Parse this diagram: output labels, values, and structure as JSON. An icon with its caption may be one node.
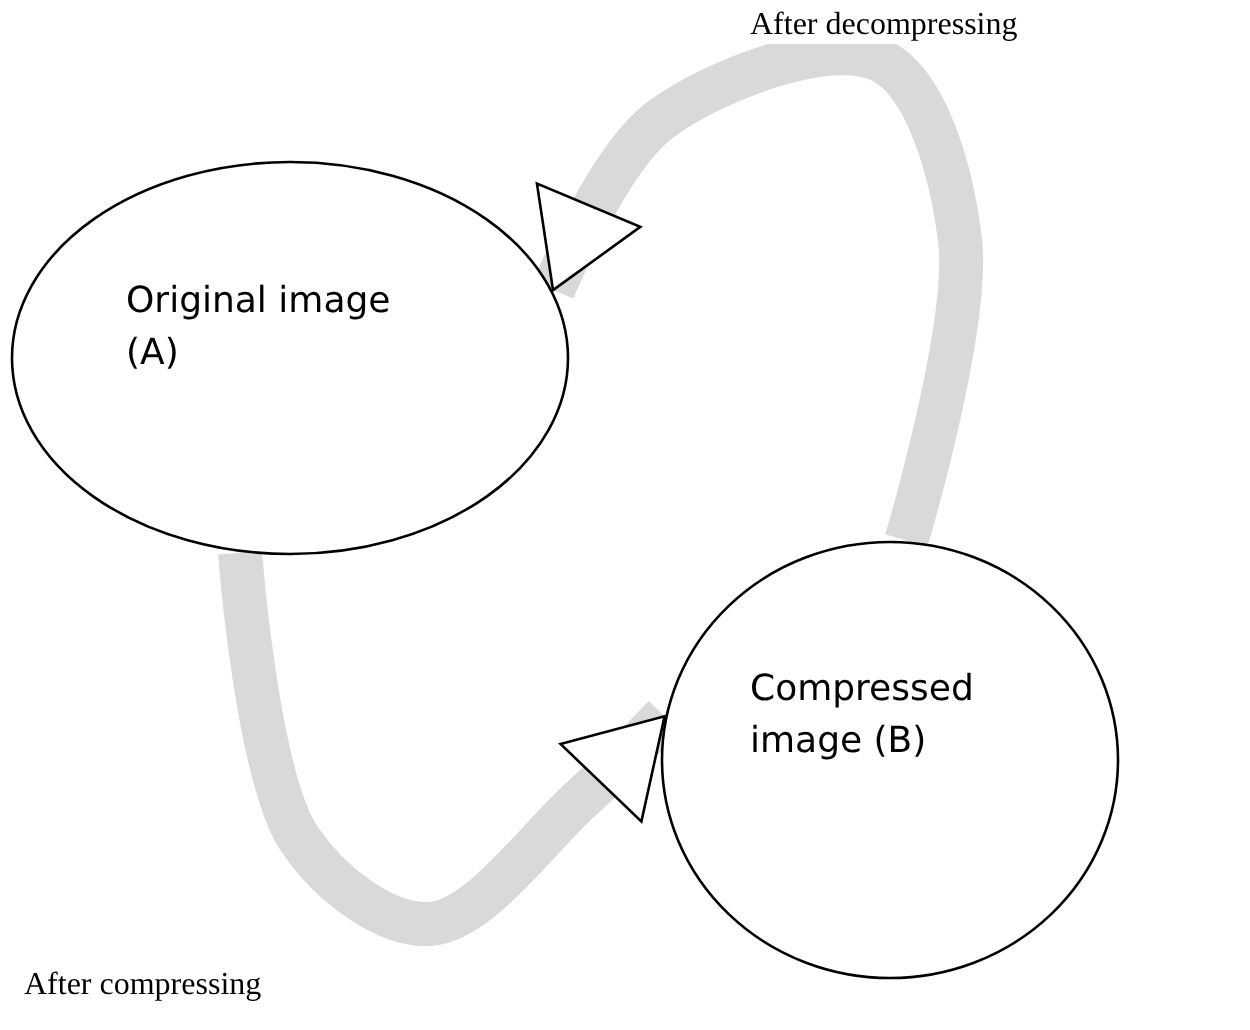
{
  "diagram": {
    "nodes": [
      {
        "text": [
          "Original image (A)"
        ]
      },
      {
        "text": [
          "Compressed image (B)"
        ]
      }
    ],
    "edges": [
      {
        "from": 0,
        "to": 1,
        "arrow": "to",
        "label": "After compressing"
      },
      {
        "from": 1,
        "to": 0,
        "arrow": "to",
        "label": "After decompressing"
      }
    ]
  }
}
